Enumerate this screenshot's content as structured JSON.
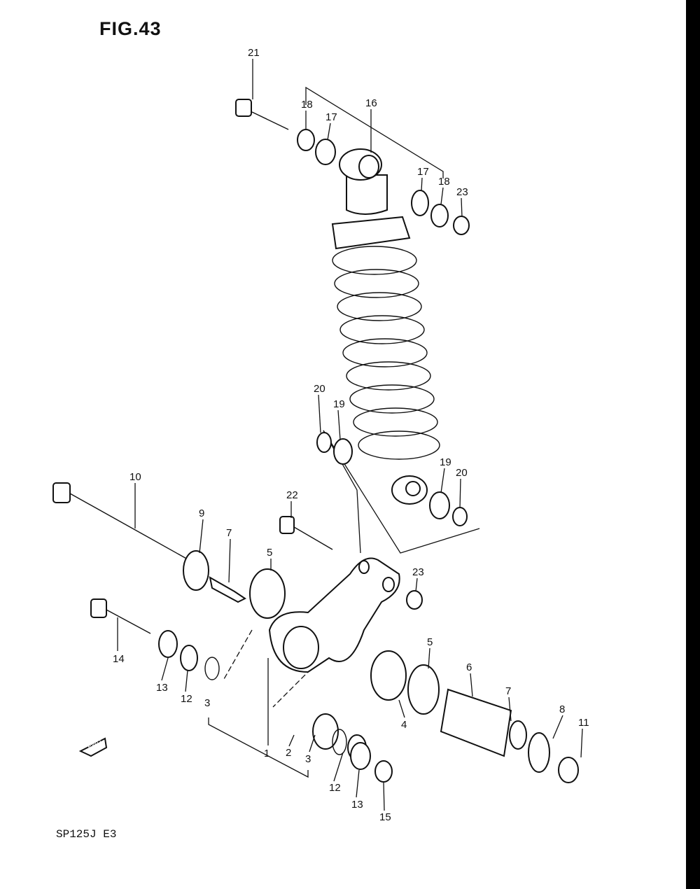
{
  "figure": {
    "title": "FIG.43",
    "model": "SP125J  E3"
  },
  "fwd_label": "FWD",
  "callouts": [
    "21",
    "18",
    "17",
    "16",
    "17",
    "18",
    "23",
    "20",
    "19",
    "19",
    "20",
    "10",
    "22",
    "9",
    "7",
    "5",
    "23",
    "14",
    "13",
    "12",
    "3",
    "3",
    "2",
    "1",
    "5",
    "4",
    "6",
    "7",
    "8",
    "11",
    "12",
    "13",
    "15"
  ]
}
